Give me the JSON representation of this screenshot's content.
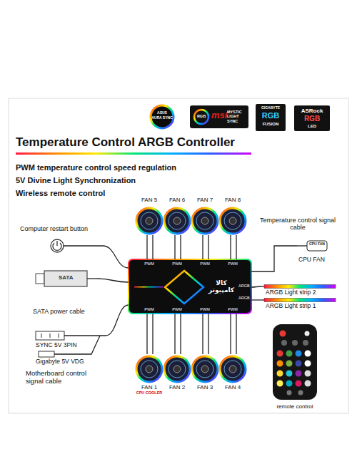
{
  "diagram": {
    "title": "Temperature Control ARGB Controller",
    "nodes": [
      {
        "text": [
          "ASUS",
          "AURA SYNC"
        ]
      },
      {
        "text": [
          "RGB",
          "msi",
          "MYSTIC LIGHT SYNC"
        ]
      },
      {
        "text": [
          "GIGABYTE",
          "RGB",
          "FUSION"
        ]
      },
      {
        "text": [
          "ASRock",
          "RGB",
          "LED"
        ]
      },
      {
        "text": [
          "FAN 5"
        ]
      },
      {
        "text": [
          "FAN 6"
        ]
      },
      {
        "text": [
          "FAN 7"
        ]
      },
      {
        "text": [
          "FAN 8"
        ]
      },
      {
        "text": [
          "Computer restart button"
        ]
      },
      {
        "text": [
          "CPU FAN",
          "CPU FAN"
        ]
      },
      {
        "text": [
          "کالا کامپیوتر"
        ]
      },
      {
        "text": [
          "SATA",
          "SATA power cable"
        ]
      },
      {
        "text": [
          "ARGB Light strip 2"
        ]
      },
      {
        "text": [
          "ARGB Light strip 1"
        ]
      },
      {
        "text": [
          "SYNC 5V 3PIN",
          "Gigabyte 5V VDG"
        ]
      },
      {
        "text": [
          "remote control"
        ]
      },
      {
        "text": [
          "FAN 1",
          "CPU COOLER"
        ]
      },
      {
        "text": [
          "FAN 2"
        ]
      },
      {
        "text": [
          "FAN 3"
        ]
      },
      {
        "text": [
          "FAN 4"
        ]
      }
    ],
    "edges": [
      {
        "from": 4,
        "to": 10,
        "arrow": "none"
      },
      {
        "from": 5,
        "to": 10,
        "arrow": "none"
      },
      {
        "from": 6,
        "to": 10,
        "arrow": "none"
      },
      {
        "from": 7,
        "to": 10,
        "arrow": "none"
      },
      {
        "from": 8,
        "to": 10,
        "arrow": "none"
      },
      {
        "from": 9,
        "to": 10,
        "arrow": "none"
      },
      {
        "from": 11,
        "to": 10,
        "arrow": "none"
      },
      {
        "from": 12,
        "to": 10,
        "arrow": "none"
      },
      {
        "from": 13,
        "to": 10,
        "arrow": "none"
      },
      {
        "from": 14,
        "to": 10,
        "arrow": "none"
      },
      {
        "from": 16,
        "to": 10,
        "arrow": "none"
      },
      {
        "from": 17,
        "to": 10,
        "arrow": "none"
      },
      {
        "from": 18,
        "to": 10,
        "arrow": "none"
      },
      {
        "from": 19,
        "to": 10,
        "arrow": "none"
      }
    ],
    "labels": [
      "PWM temperature control speed regulation",
      "5V Divine Light Synchronization",
      "Wireless remote control",
      "Temperature control signal cable",
      "Motherboard control signal cable",
      "PWM",
      "PWM",
      "PWM",
      "PWM",
      "PWM",
      "PWM",
      "PWM",
      "PWM",
      "ARGB",
      "ARGB"
    ]
  }
}
